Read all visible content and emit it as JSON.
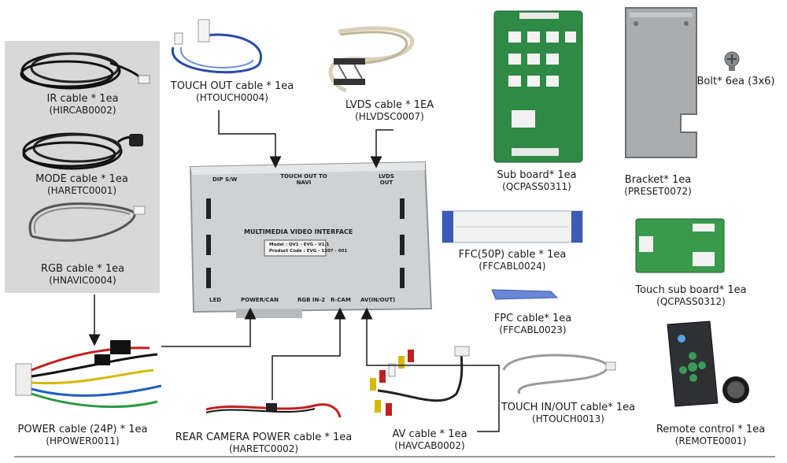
{
  "colors": {
    "panel": "#d8d8d8",
    "device": "#cfd2d4",
    "pcb": "#2f8a45",
    "arrow": "#1a1a1a"
  },
  "device": {
    "title": "MULTIMEDIA VIDEO INTERFACE",
    "model": "Model : QV1 - EVG - V1.1",
    "product_code": "Product Code : EVG - 1207 - 001",
    "ports_top": [
      "DIP S/W",
      "TOUCH OUT TO NAVI",
      "LVDS OUT"
    ],
    "ports_bottom": [
      "LED",
      "POWER/CAN",
      "RGB IN-2",
      "R-CAM",
      "AV(IN/OUT)"
    ]
  },
  "items": [
    {
      "id": "ir",
      "name": "IR cable * 1ea",
      "code": "(HIRCAB0002)",
      "icon": "cable-coil-icon"
    },
    {
      "id": "mode",
      "name": "MODE cable * 1ea",
      "code": "(HARETC0001)",
      "icon": "cable-coil-icon"
    },
    {
      "id": "rgb",
      "name": "RGB cable * 1ea",
      "code": "(HNAVIC0004)",
      "icon": "cable-coil-icon"
    },
    {
      "id": "touch_out",
      "name": "TOUCH OUT cable * 1ea",
      "code": "(HTOUCH0004)",
      "icon": "cable-icon"
    },
    {
      "id": "lvds",
      "name": "LVDS cable * 1EA",
      "code": "(HLVDSC0007)",
      "icon": "cable-icon"
    },
    {
      "id": "sub_board",
      "name": "Sub board* 1ea",
      "code": "(QCPASS0311)",
      "icon": "pcb-icon"
    },
    {
      "id": "bracket",
      "name": "Bracket* 1ea",
      "code": "(PRESET0072)",
      "icon": "bracket-icon"
    },
    {
      "id": "bolt",
      "name": "Bolt* 6ea (3x6)",
      "code": "",
      "icon": "bolt-icon"
    },
    {
      "id": "ffc",
      "name": "FFC(50P) cable * 1ea",
      "code": "(FFCABL0024)",
      "icon": "ribbon-cable-icon"
    },
    {
      "id": "fpc",
      "name": "FPC cable* 1ea",
      "code": "(FFCABL0023)",
      "icon": "ribbon-cable-icon"
    },
    {
      "id": "touch_sub",
      "name": "Touch sub board* 1ea",
      "code": "(QCPASS0312)",
      "icon": "pcb-icon"
    },
    {
      "id": "power",
      "name": "POWER cable (24P) * 1ea",
      "code": "(HPOWER0011)",
      "icon": "harness-icon"
    },
    {
      "id": "rear_cam",
      "name": "REAR CAMERA POWER cable * 1ea",
      "code": "(HARETC0002)",
      "icon": "cable-icon"
    },
    {
      "id": "av",
      "name": "AV cable * 1ea",
      "code": "(HAVCAB0002)",
      "icon": "rca-cable-icon"
    },
    {
      "id": "touch_inout",
      "name": "TOUCH IN/OUT cable* 1ea",
      "code": "(HTOUCH0013)",
      "icon": "cable-icon"
    },
    {
      "id": "remote",
      "name": "Remote control * 1ea",
      "code": "(REMOTE0001)",
      "icon": "remote-icon"
    }
  ]
}
